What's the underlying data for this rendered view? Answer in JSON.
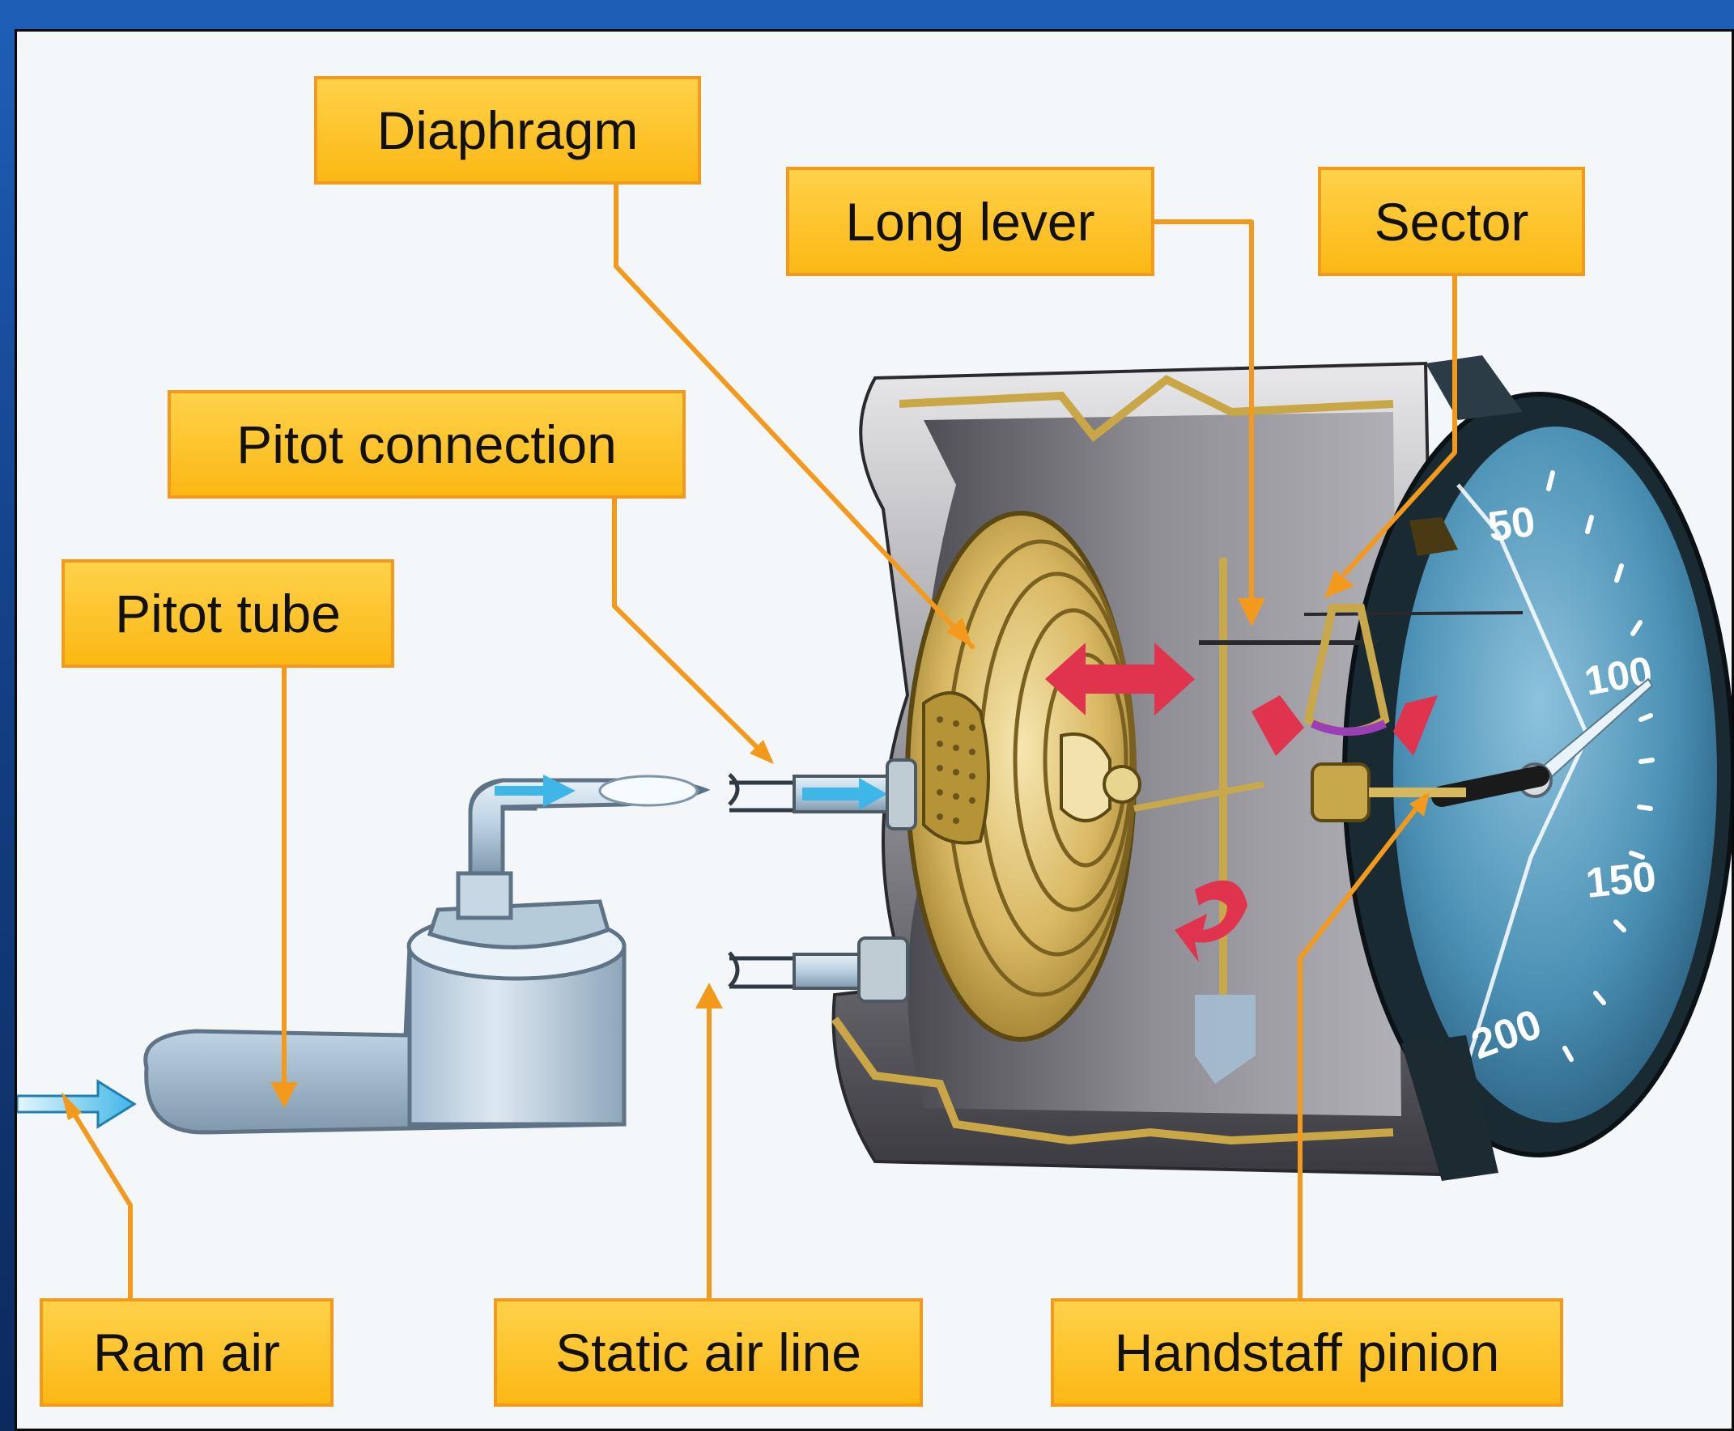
{
  "labels": {
    "diaphragm": "Diaphragm",
    "long_lever": "Long lever",
    "sector": "Sector",
    "pitot_connection": "Pitot connection",
    "pitot_tube": "Pitot tube",
    "ram_air": "Ram air",
    "static_air_line": "Static air line",
    "handstaff_pinion": "Handstaff pinion"
  },
  "dial": {
    "marks": [
      "50",
      "100",
      "150",
      "200"
    ]
  },
  "colors": {
    "callout_fill": "#fbb814",
    "callout_border": "#f39a1c",
    "leader": "#f39a1c",
    "air_arrow": "#3fb6e8",
    "motion_arrow": "#e0334e",
    "dial_face": "#4a90b4"
  }
}
